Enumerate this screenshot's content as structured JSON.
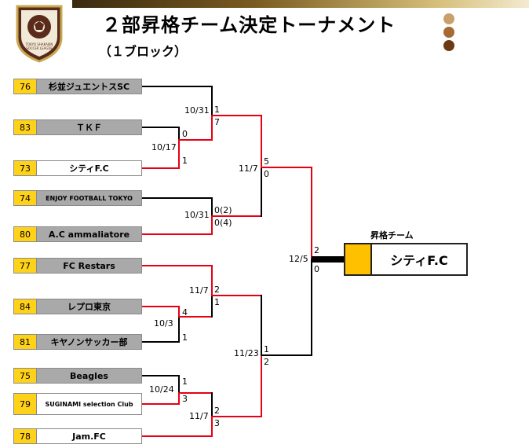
{
  "header": {
    "title": "２部昇格チーム決定トーナメント",
    "subtitle": "（１ブロック）",
    "emblem_text": "TOKYO SHAKAIJIN SOCCER LEAGUE",
    "dot_colors": [
      "#c9a06a",
      "#a66a32",
      "#6b3a12"
    ]
  },
  "teams": [
    {
      "seed": "76",
      "name": "杉並ジュエントスSC",
      "style": "gray"
    },
    {
      "seed": "83",
      "name": "ＴＫＦ",
      "style": "gray"
    },
    {
      "seed": "73",
      "name": "シティF.C",
      "style": "white"
    },
    {
      "seed": "74",
      "name": "ENJOY FOOTBALL TOKYO",
      "style": "gray"
    },
    {
      "seed": "80",
      "name": "A.C ammaliatore",
      "style": "gray"
    },
    {
      "seed": "77",
      "name": "FC Restars",
      "style": "gray"
    },
    {
      "seed": "84",
      "name": "レプロ東京",
      "style": "gray"
    },
    {
      "seed": "81",
      "name": "キヤノンサッカー部",
      "style": "gray"
    },
    {
      "seed": "75",
      "name": "Beagles",
      "style": "gray"
    },
    {
      "seed": "79",
      "name": "SUGINAMI selection Club",
      "style": "white"
    },
    {
      "seed": "78",
      "name": "Jam.FC",
      "style": "white"
    }
  ],
  "matches": {
    "m1": {
      "date": "10/17",
      "score_top": "0",
      "score_bottom": "1"
    },
    "m2": {
      "date": "10/31",
      "score_top": "1",
      "score_bottom": "7"
    },
    "m3": {
      "date": "10/31",
      "score_top": "0(2)",
      "score_bottom": "0(4)"
    },
    "m4": {
      "date": "11/7",
      "score_top": "5",
      "score_bottom": "0"
    },
    "m5": {
      "date": "10/3",
      "score_top": "4",
      "score_bottom": "1"
    },
    "m6": {
      "date": "11/7",
      "score_top": "2",
      "score_bottom": "1"
    },
    "m7": {
      "date": "10/24",
      "score_top": "1",
      "score_bottom": "3"
    },
    "m8": {
      "date": "11/7",
      "score_top": "2",
      "score_bottom": "3"
    },
    "m9": {
      "date": "11/23",
      "score_top": "1",
      "score_bottom": "2"
    },
    "final": {
      "date": "12/5",
      "score_top": "2",
      "score_bottom": "0"
    }
  },
  "winner": {
    "label": "昇格チーム",
    "name": "シティF.C"
  },
  "colors": {
    "win_line": "#e60012",
    "line": "#000000",
    "seed_bg": "#ffd21a"
  }
}
